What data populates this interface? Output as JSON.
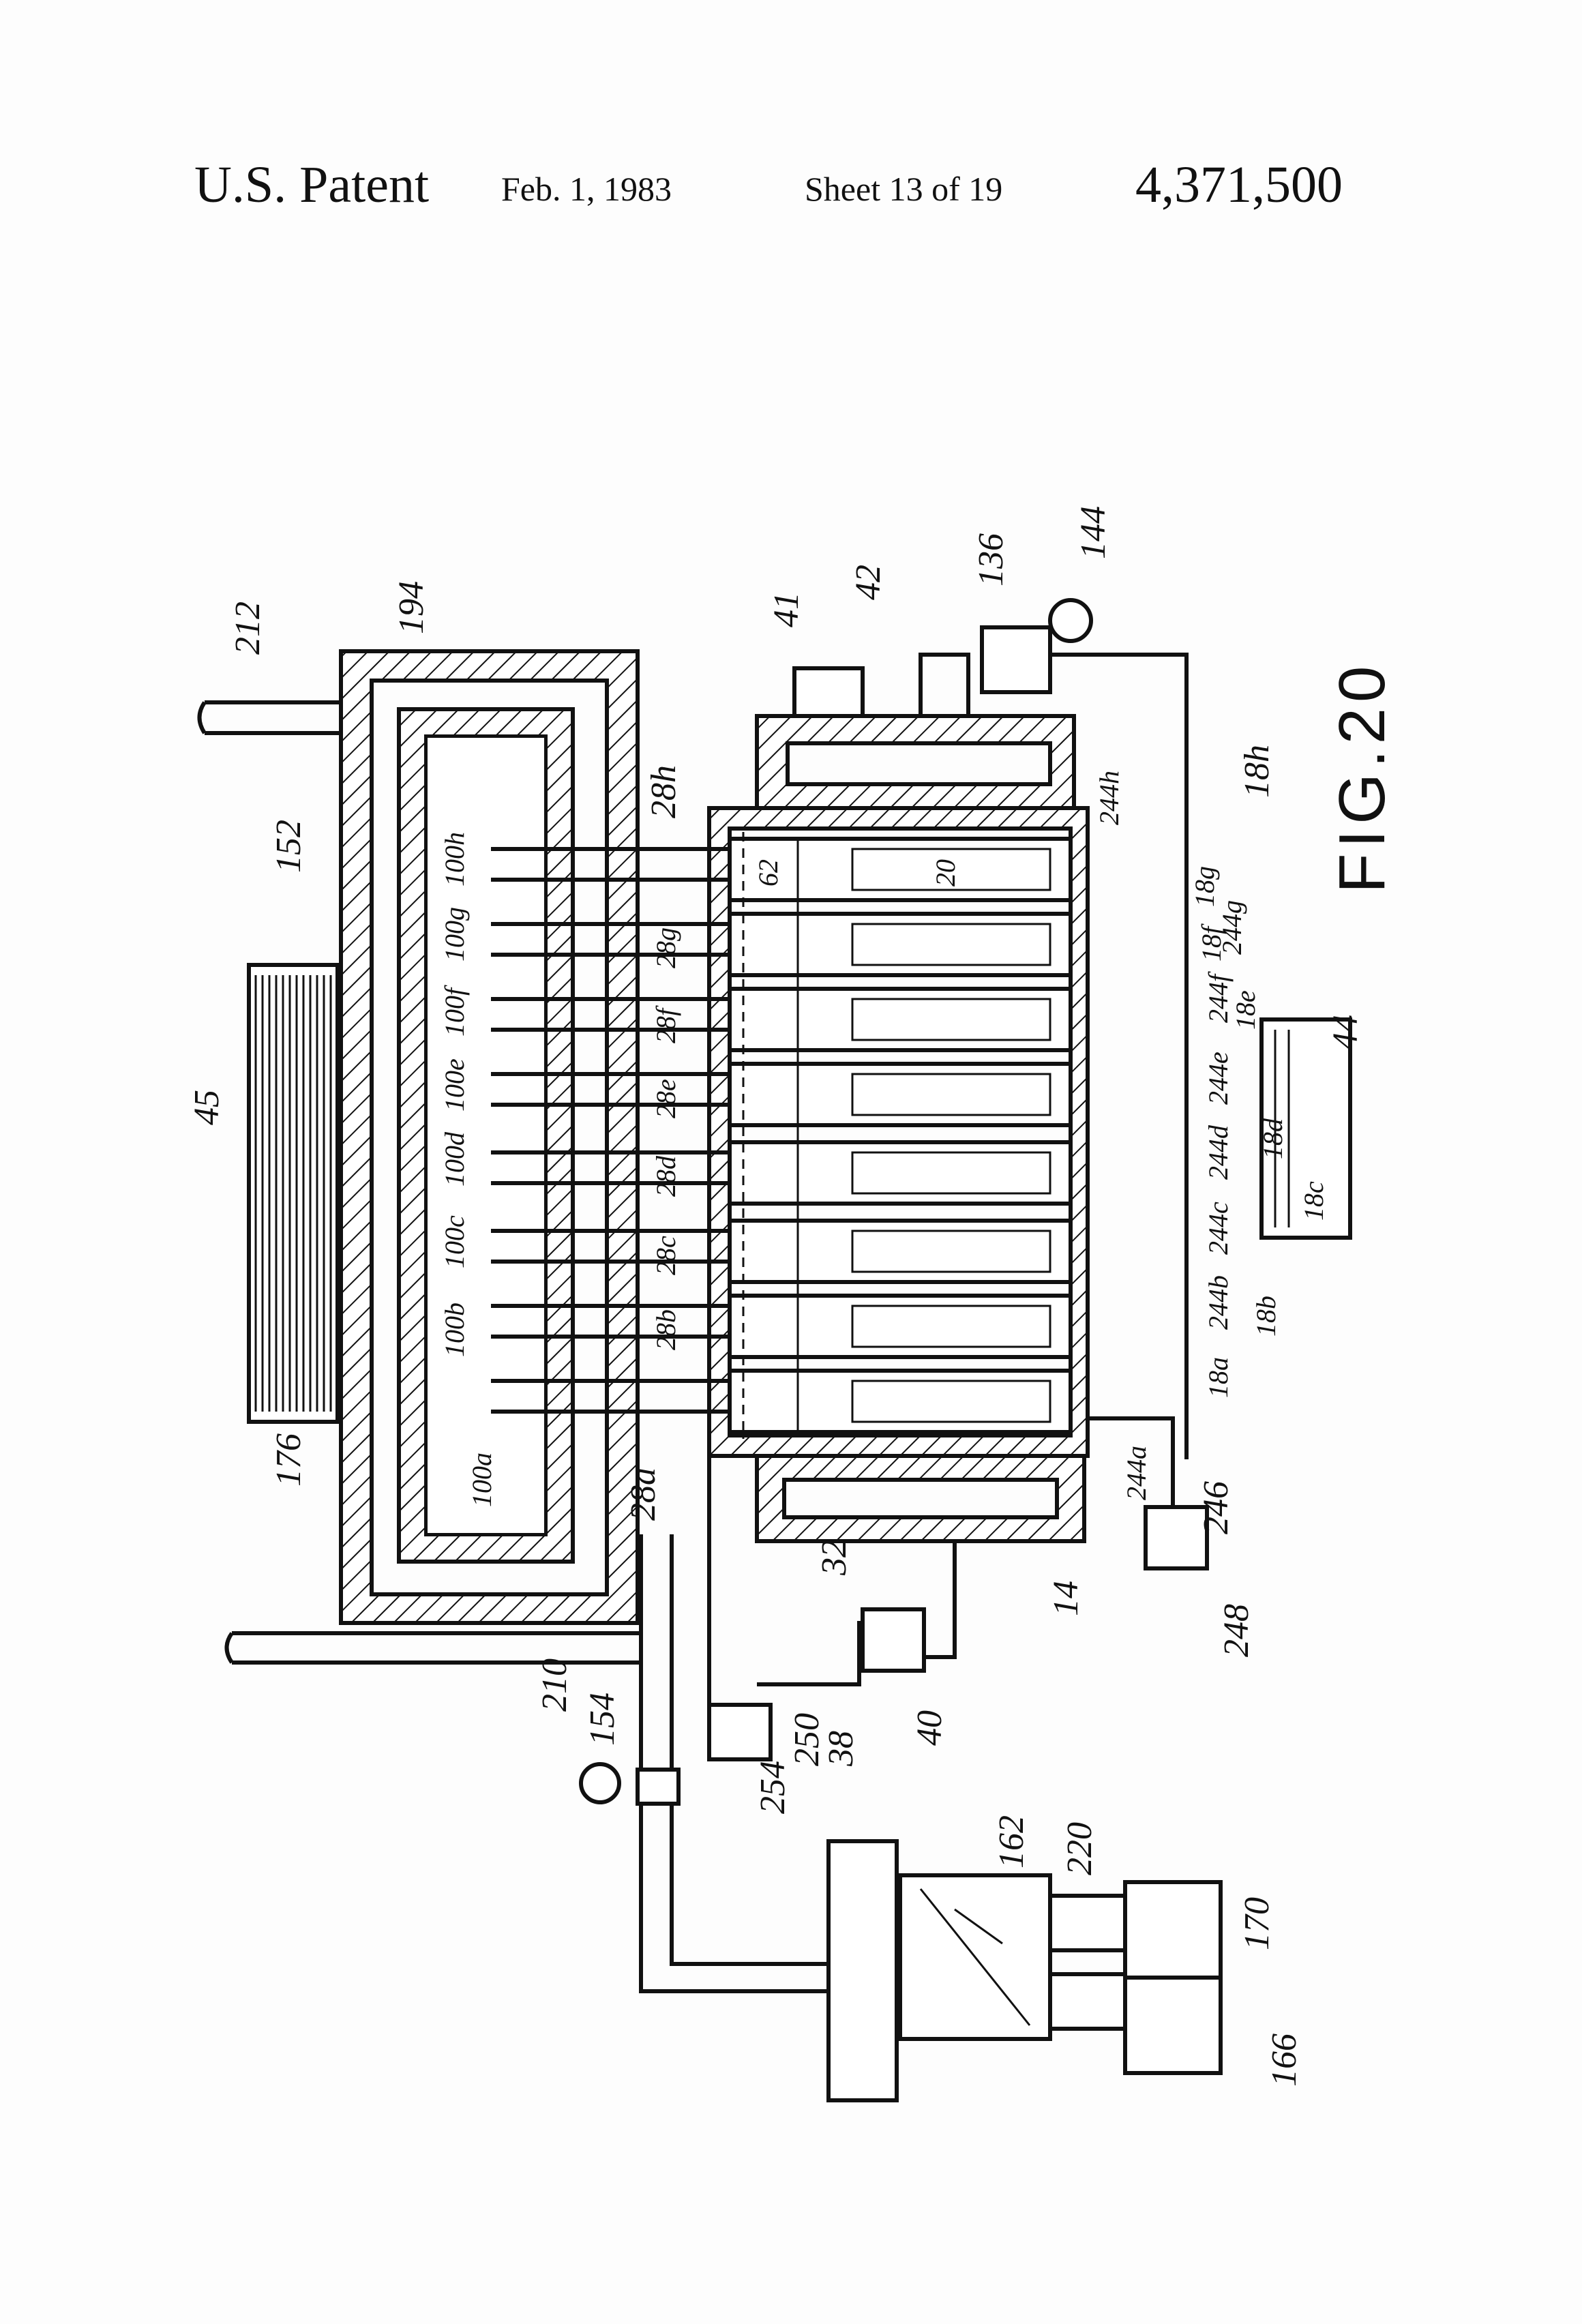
{
  "header": {
    "left": "U.S. Patent",
    "date": "Feb. 1, 1983",
    "sheet": "Sheet 13 of 19",
    "number": "4,371,500"
  },
  "figure": {
    "label": "FIG.20",
    "refs": {
      "r212": "212",
      "r194": "194",
      "r152": "152",
      "r176": "176",
      "r45": "45",
      "r41": "41",
      "r42": "42",
      "r136": "136",
      "r144": "144",
      "r28h": "28h",
      "r28g": "28g",
      "r28f": "28f",
      "r28e": "28e",
      "r28d": "28d",
      "r28c": "28c",
      "r28b": "28b",
      "r28a": "28a",
      "r100a": "100a",
      "r100b": "100b",
      "r100c": "100c",
      "r100d": "100d",
      "r100e": "100e",
      "r100f": "100f",
      "r100g": "100g",
      "r100h": "100h",
      "r62": "62",
      "r20": "20",
      "r18a": "18a",
      "r18b": "18b",
      "r18c": "18c",
      "r18d": "18d",
      "r18e": "18e",
      "r18f": "18f",
      "r18g": "18g",
      "r18h": "18h",
      "r244a": "244a",
      "r244b": "244b",
      "r244c": "244c",
      "r244d": "244d",
      "r244e": "244e",
      "r244f": "244f",
      "r244g": "244g",
      "r244h": "244h",
      "r44": "44",
      "r246": "246",
      "r248": "248",
      "r14": "14",
      "r32": "32",
      "r40": "40",
      "r38": "38",
      "r250": "250",
      "r254": "254",
      "r154": "154",
      "r210": "210",
      "r162": "162",
      "r220": "220",
      "r170": "170",
      "r166": "166"
    }
  }
}
